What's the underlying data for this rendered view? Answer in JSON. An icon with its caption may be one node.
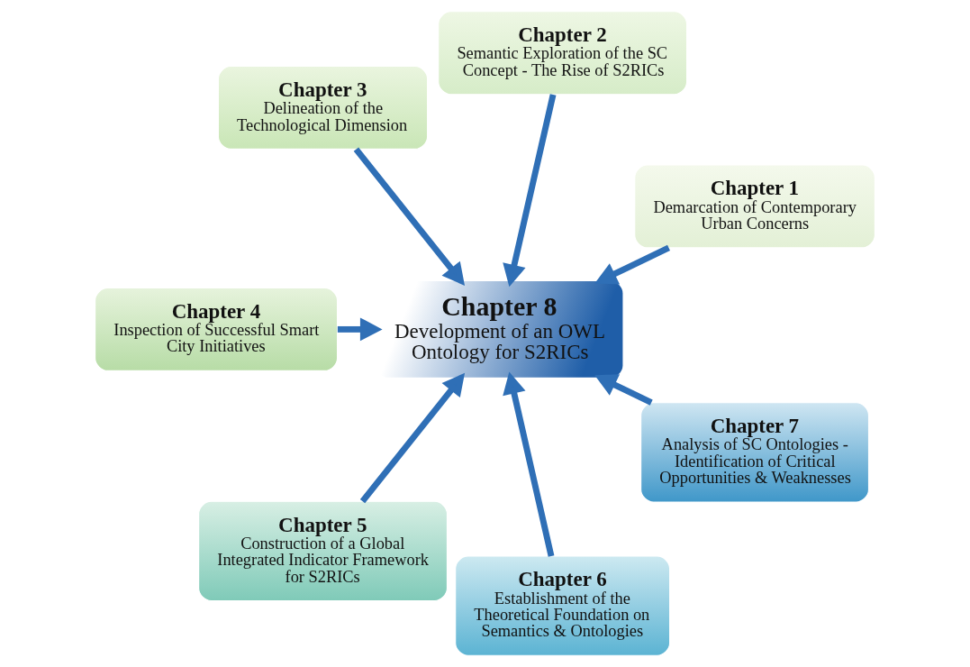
{
  "diagram": {
    "nodes": [
      {
        "text": [
          "Chapter 1",
          "Demarcation of Contemporary Urban Concerns"
        ]
      },
      {
        "text": [
          "Chapter 2",
          "Semantic Exploration of the SC Concept - The Rise of S2RICs"
        ]
      },
      {
        "text": [
          "Chapter 3",
          "Delineation of the Technological Dimension"
        ]
      },
      {
        "text": [
          "Chapter 8",
          "Development of an OWL Ontology for S2RICs"
        ]
      },
      {
        "text": [
          "Chapter 4",
          "Inspection of Successful Smart City Initiatives"
        ]
      },
      {
        "text": [
          "Chapter 5",
          "Construction of a Global Integrated Indicator Framework for S2RICs"
        ]
      },
      {
        "text": [
          "Chapter 6",
          "Establishment of the Theoretical Foundation on Semantics & Ontologies"
        ]
      },
      {
        "text": [
          "Chapter 7",
          "Analysis of SC Ontologies - Identification of Critical Opportunities & Weaknesses"
        ]
      }
    ],
    "edges": [
      {
        "from": 0,
        "to": 3,
        "arrow": "to"
      },
      {
        "from": 1,
        "to": 3,
        "arrow": "to"
      },
      {
        "from": 2,
        "to": 3,
        "arrow": "to"
      },
      {
        "from": 4,
        "to": 3,
        "arrow": "to"
      },
      {
        "from": 5,
        "to": 3,
        "arrow": "to"
      },
      {
        "from": 6,
        "to": 3,
        "arrow": "to"
      },
      {
        "from": 7,
        "to": 3,
        "arrow": "to"
      }
    ]
  }
}
